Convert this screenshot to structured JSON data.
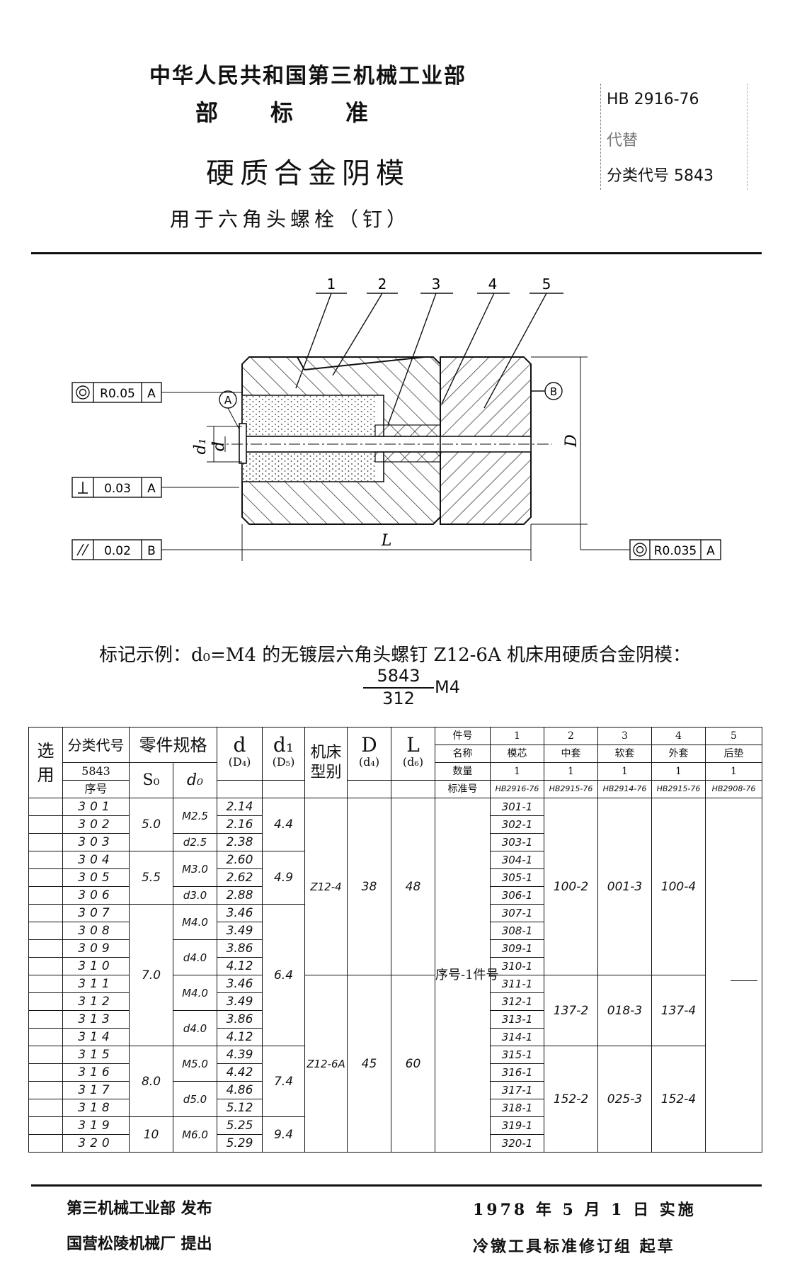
{
  "header": {
    "ministry": "中华人民共和国第三机械工业部",
    "standard_kind": "部标准",
    "title": "硬质合金阴模",
    "subtitle": "用于六角头螺栓（钉）",
    "code": "HB 2916-76",
    "replaces_label": "代替",
    "class_code": "分类代号 5843"
  },
  "drawing": {
    "callouts": [
      "1",
      "2",
      "3",
      "4",
      "5"
    ],
    "datum_a": "A",
    "datum_b": "B",
    "tol_coax": "R0.05",
    "tol_perp": "0.03",
    "tol_par": "0.02",
    "tol_coax2": "R0.035",
    "dim_d1": "d₁",
    "dim_d": "d",
    "dim_D": "D",
    "dim_L": "L"
  },
  "example": {
    "text": "标记示例：d₀=M4 的无镀层六角头螺钉 Z12-6A 机床用硬质合金阴模：",
    "numerator": "5843",
    "denominator": "312",
    "suffix": "M4"
  },
  "table": {
    "h_use": "选用",
    "h_class": "分类代号",
    "h_class_code": "5843",
    "h_seq": "序号",
    "h_spec": "零件规格",
    "h_s0": "S₀",
    "h_d0": "d₀",
    "h_d": "d",
    "h_d_sub": "(D₄)",
    "h_d1": "d₁",
    "h_d1_sub": "(D₅)",
    "h_machine": "机床型别",
    "h_D": "D",
    "h_D_sub": "(d₄)",
    "h_L": "L",
    "h_L_sub": "(d₆)",
    "h_partno": "件号",
    "h_name": "名称",
    "h_qty": "数量",
    "h_stdno": "标准号",
    "parts": [
      {
        "no": "1",
        "name": "模芯",
        "qty": "1",
        "std": "HB2916-76"
      },
      {
        "no": "2",
        "name": "中套",
        "qty": "1",
        "std": "HB2915-76"
      },
      {
        "no": "3",
        "name": "软套",
        "qty": "1",
        "std": "HB2914-76"
      },
      {
        "no": "4",
        "name": "外套",
        "qty": "1",
        "std": "HB2915-76"
      },
      {
        "no": "5",
        "name": "后垫",
        "qty": "1",
        "std": "HB2908-76"
      }
    ],
    "seq": [
      "301",
      "302",
      "303",
      "304",
      "305",
      "306",
      "307",
      "308",
      "309",
      "310",
      "311",
      "312",
      "313",
      "314",
      "315",
      "316",
      "317",
      "318",
      "319",
      "320"
    ],
    "dvals": [
      "2.14",
      "2.16",
      "2.38",
      "2.60",
      "2.62",
      "2.88",
      "3.46",
      "3.49",
      "3.86",
      "4.12",
      "3.46",
      "3.49",
      "3.86",
      "4.12",
      "4.39",
      "4.42",
      "4.86",
      "5.12",
      "5.25",
      "5.29"
    ],
    "pn": [
      "301-1",
      "302-1",
      "303-1",
      "304-1",
      "305-1",
      "306-1",
      "307-1",
      "308-1",
      "309-1",
      "310-1",
      "311-1",
      "312-1",
      "313-1",
      "314-1",
      "315-1",
      "316-1",
      "317-1",
      "318-1",
      "319-1",
      "320-1"
    ],
    "s0": [
      "5.0",
      "5.5",
      "7.0",
      "8.0",
      "10"
    ],
    "d0": [
      "M2.5",
      "d2.5",
      "M3.0",
      "d3.0",
      "M4.0",
      "d4.0",
      "M4.0",
      "d4.0",
      "M5.0",
      "d5.0",
      "M6.0"
    ],
    "d1": [
      "4.4",
      "4.9",
      "6.4",
      "7.4",
      "9.4"
    ],
    "machine": [
      "Z12-4",
      "Z12-6A"
    ],
    "Dval": [
      "38",
      "45"
    ],
    "Lval": [
      "48",
      "60"
    ],
    "seq_partno": "序号-1件号",
    "p2": [
      "100-2",
      "137-2",
      "152-2"
    ],
    "p3": [
      "001-3",
      "018-3",
      "025-3"
    ],
    "p4": [
      "100-4",
      "137-4",
      "152-4"
    ]
  },
  "footer": {
    "publisher": "第三机械工业部   发布",
    "proposer": "国营松陵机械厂   提出",
    "date": "1978 年 5 月 1 日 实施",
    "drafter": "冷镦工具标准修订组   起草"
  }
}
